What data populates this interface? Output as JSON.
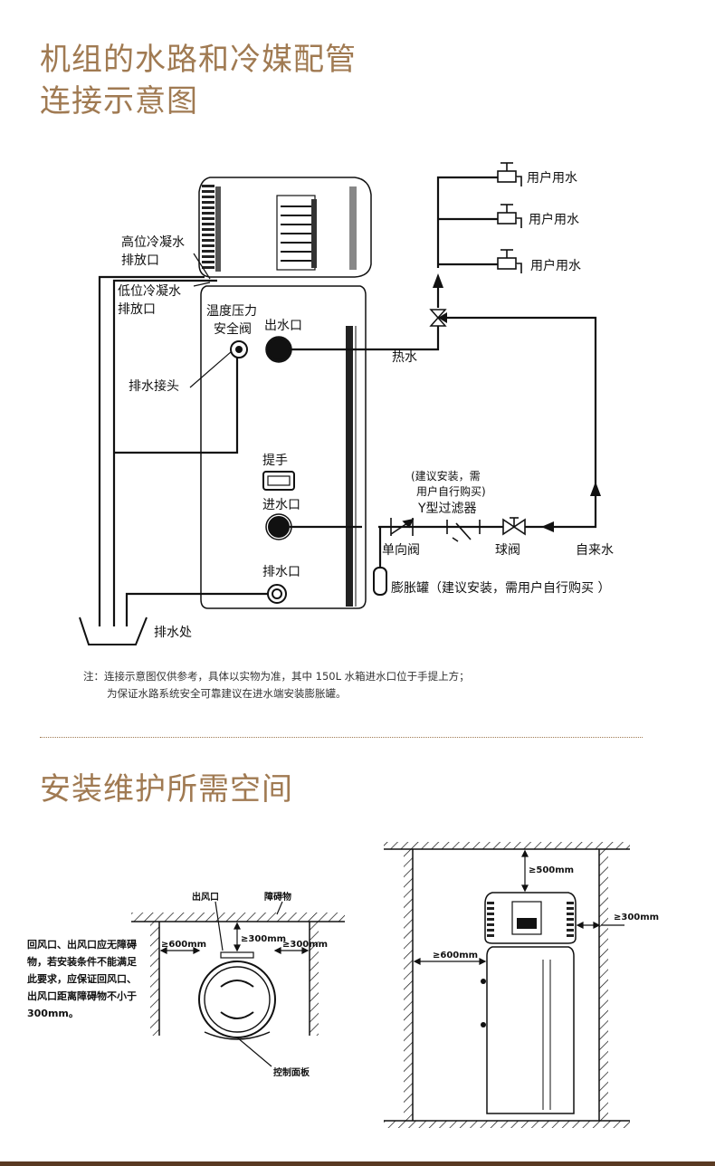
{
  "section1": {
    "title_line1": "机组的水路和冷媒配管",
    "title_line2": "连接示意图"
  },
  "diagram1": {
    "labels": {
      "high_condensate_1": "高位冷凝水",
      "high_condensate_2": "排放口",
      "low_condensate_1": "低位冷凝水",
      "low_condensate_2": "排放口",
      "tp_valve_1": "温度压力",
      "tp_valve_2": "安全阀",
      "water_outlet": "出水口",
      "drain_fitting": "排水接头",
      "handle": "提手",
      "water_inlet": "进水口",
      "drain_port": "排水口",
      "drain_place": "排水处",
      "hot_water": "热水",
      "user_water_1": "用户用水",
      "user_water_2": "用户用水",
      "user_water_3": "用户用水",
      "recommend_1": "(建议安装，需",
      "recommend_2": "用户自行购买)",
      "y_filter": "Y型过滤器",
      "check_valve": "单向阀",
      "ball_valve": "球阀",
      "tap_water": "自来水",
      "expansion_tank": "膨胀罐（建议安装，需用户自行购买 ）"
    },
    "note_line1": "注：连接示意图仅供参考，具体以实物为准，其中 150L 水箱进水口位于手提上方；",
    "note_line2": "为保证水路系统安全可靠建议在进水端安装膨胀罐。"
  },
  "section2": {
    "title": "安装维护所需空间"
  },
  "diagram2": {
    "outlet_label": "出风口",
    "obstacle_label": "障碍物",
    "dist_600_left": "≥600mm",
    "dist_300_top": "≥300mm",
    "dist_300_right": "≥300mm",
    "control_panel": "控制面板",
    "side_note": "回风口、出风口应无障碍物，若安装条件不能满足此要求，应保证回风口、出风口距离障碍物不小于300mm。"
  },
  "diagram3": {
    "dist_500_top": "≥500mm",
    "dist_300_right": "≥300mm",
    "dist_600_left": "≥600mm"
  },
  "colors": {
    "title": "#a07a52",
    "bottom_bar": "#5a3a22",
    "line": "#111111"
  }
}
